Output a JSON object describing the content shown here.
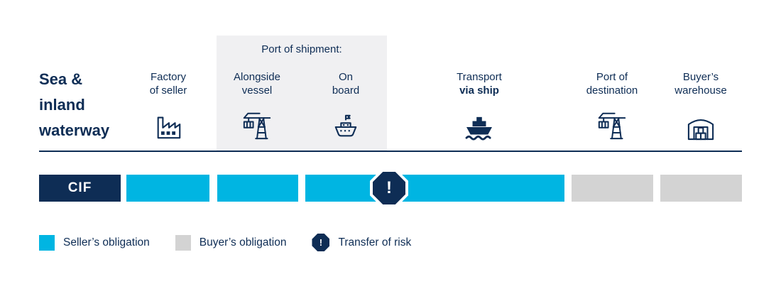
{
  "colors": {
    "navy": "#0e2d55",
    "seller_cyan": "#00b5e2",
    "buyer_gray": "#d3d3d3",
    "panel_gray": "#f0f0f2"
  },
  "title": {
    "lines": [
      "Sea &",
      "inland",
      "waterway"
    ]
  },
  "port_of_shipment_label": "Port of shipment:",
  "stages": [
    {
      "line1": "Factory",
      "line2": "of seller",
      "icon": "factory-icon"
    },
    {
      "line1": "Alongside",
      "line2": "vessel",
      "icon": "harbor-crane-icon"
    },
    {
      "line1": "On",
      "line2": "board",
      "icon": "ship-outline-icon"
    },
    {
      "line1": "Transport",
      "line2": "via ship",
      "icon": "ship-filled-icon"
    },
    {
      "line1": "Port of",
      "line2": "destination",
      "icon": "harbor-crane-icon"
    },
    {
      "line1": "Buyer’s",
      "line2": "warehouse",
      "icon": "warehouse-icon"
    }
  ],
  "incoterm": "CIF",
  "risk_symbol": "!",
  "bars": {
    "segments": [
      {
        "type": "seller"
      },
      {
        "type": "seller"
      },
      {
        "type": "seller",
        "risk_marker": true
      },
      {
        "type": "buyer"
      },
      {
        "type": "buyer"
      }
    ]
  },
  "legend": [
    {
      "label": "Seller’s obligation",
      "type": "seller"
    },
    {
      "label": "Buyer’s obligation",
      "type": "buyer"
    },
    {
      "label": "Transfer of risk",
      "type": "risk"
    }
  ]
}
